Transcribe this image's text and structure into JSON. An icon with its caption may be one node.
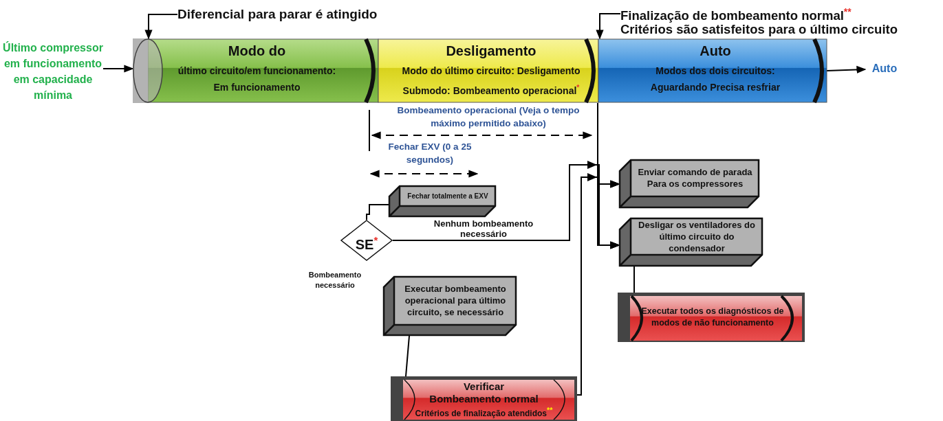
{
  "diagram": {
    "nodes": [
      {
        "text": [
          "Último compressor em funcionamento em capacidade mínima"
        ]
      },
      {
        "text": [
          "Modo do",
          "último circuito/em funcionamento:",
          "Em funcionamento"
        ]
      },
      {
        "text": [
          "Desligamento",
          "Modo do último circuito: Desligamento",
          "Submodo: Bombeamento operacional$^{*}$"
        ]
      },
      {
        "text": [
          "Auto",
          "Modos dos dois circuitos:",
          "Aguardando Precisa resfriar"
        ]
      },
      {
        "text": [
          "Auto"
        ]
      },
      {
        "text": [
          "Diferencial para parar é atingido"
        ]
      },
      {
        "text": [
          "Finalização de bombeamento normal$^{**}$",
          "Critérios são satisfeitos para o último circuito"
        ]
      },
      {
        "text": [
          "Fechar totalmente a EXV"
        ]
      },
      {
        "text": [
          "SE$^{*}$"
        ]
      },
      {
        "text": [
          "Executar bombeamento operacional para último circuito, se necessário"
        ]
      },
      {
        "text": [
          "Verificar",
          "Bombeamento normal",
          "Critérios de finalização atendidos$^{**}$"
        ]
      },
      {
        "text": [
          "Enviar comando de parada Para os compressores"
        ]
      },
      {
        "text": [
          "Desligar os ventiladores do último circuito do condensador"
        ]
      },
      {
        "text": [
          "Executar todos os diagnósticos de modos de não funcionamento"
        ]
      }
    ],
    "edges": [
      {
        "from": 0,
        "to": 1,
        "arrow": "to"
      },
      {
        "from": 5,
        "to": 1,
        "arrow": "to"
      },
      {
        "from": 6,
        "to": 3,
        "arrow": "to"
      },
      {
        "from": 3,
        "to": 4,
        "arrow": "to"
      },
      {
        "from": 7,
        "to": 8,
        "arrow": "none"
      },
      {
        "from": 8,
        "to": 11,
        "arrow": "to",
        "label": "Nenhum bombeamento necessário"
      },
      {
        "from": 8,
        "to": 12,
        "arrow": "to"
      },
      {
        "from": 9,
        "to": 10,
        "arrow": "none"
      },
      {
        "from": 10,
        "to": 11,
        "arrow": "to"
      },
      {
        "from": 10,
        "to": 12,
        "arrow": "to"
      },
      {
        "from": 2,
        "to": 11,
        "arrow": "to"
      },
      {
        "from": 2,
        "to": 12,
        "arrow": "to"
      },
      {
        "from": 12,
        "to": 13,
        "arrow": "none"
      }
    ],
    "labels": [
      "Bombeamento operacional (Veja o tempo máximo permitido abaixo)",
      "Fechar EXV (0 a 25 segundos)",
      "Bombeamento necessário"
    ]
  }
}
